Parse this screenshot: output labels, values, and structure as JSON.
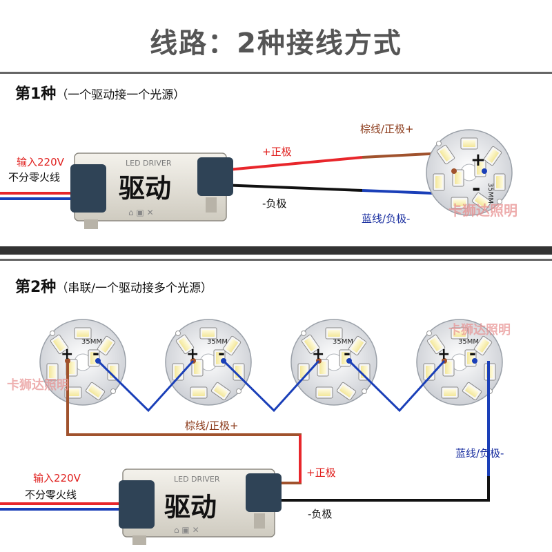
{
  "title": "线路：2种接线方式",
  "section1": {
    "heading": "第1种",
    "subtitle": "（一个驱动接一个光源）",
    "input_label": "输入220V",
    "input_sublabel": "不分零火线",
    "driver_label": "LED DRIVER",
    "driver_text": "驱动",
    "positive_label": "+正极",
    "negative_label": "-负极",
    "brown_label": "棕线/正极+",
    "blue_label": "蓝线/负极-",
    "board_size": "35MM",
    "plus_sign": "+",
    "minus_sign": "-",
    "watermark": "卡狮达照明"
  },
  "section2": {
    "heading": "第2种",
    "subtitle": "（串联/一个驱动接多个光源）",
    "input_label": "输入220V",
    "input_sublabel": "不分零火线",
    "driver_label": "LED DRIVER",
    "driver_text": "驱动",
    "positive_label": "+正极",
    "negative_label": "-负极",
    "brown_label": "棕线/正极+",
    "blue_label": "蓝线/负极-",
    "board_size": "35MM",
    "plus_sign": "+",
    "minus_sign": "-",
    "watermark": "卡狮达照明"
  },
  "colors": {
    "red_wire": "#e8262b",
    "black_wire": "#111111",
    "brown_wire": "#a0522d",
    "blue_wire": "#1a3fb8",
    "red_text": "#e0201e",
    "blue_text": "#1a2fa0",
    "brown_text": "#8b3a1a"
  }
}
